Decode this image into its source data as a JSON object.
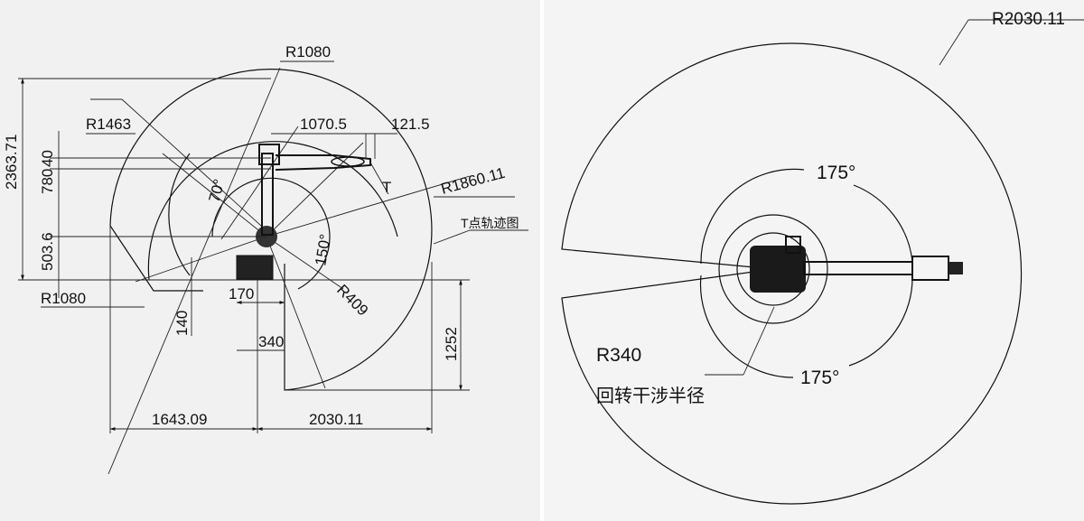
{
  "side_view": {
    "labels": {
      "r1080_top": "R1080",
      "r1463": "R1463",
      "dim_1070_5": "1070.5",
      "dim_121_5": "121.5",
      "tool_point": "T",
      "r1860": "R1860.11",
      "t_trajectory": "T点轨迹图",
      "height_total": "2363.71",
      "dim_780": "780",
      "dim_40": "40",
      "dim_503_6": "503.6",
      "angle_70": "70°",
      "angle_150": "150°",
      "r409": "R409",
      "r1080_bottom": "R1080",
      "dim_170": "170",
      "dim_140": "140",
      "dim_340": "340",
      "dim_1252": "1252",
      "dim_1643": "1643.09",
      "dim_2030": "2030.11"
    }
  },
  "top_view": {
    "labels": {
      "r2030": "R2030.11",
      "angle_top": "175°",
      "angle_bottom": "175°",
      "r340": "R340",
      "r340_caption": "回转干涉半径"
    }
  }
}
